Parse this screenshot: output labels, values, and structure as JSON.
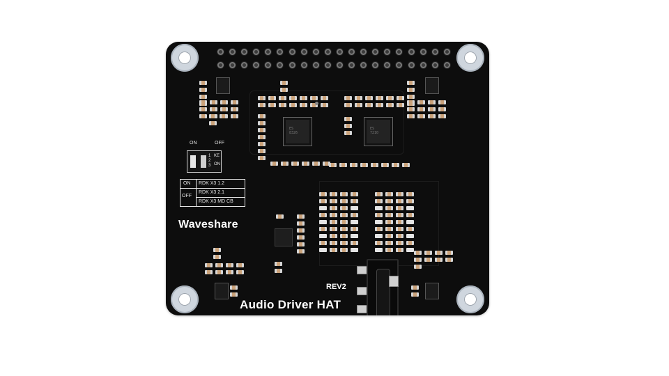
{
  "product": {
    "brand": "Waveshare",
    "title": "Audio Driver HAT",
    "revision": "REV2"
  },
  "dip_switch": {
    "label_on": "ON",
    "label_off": "OFF",
    "label_ke": "KE",
    "label_on_vertical": "ON",
    "positions": [
      "1",
      "2",
      "3"
    ]
  },
  "config_table": {
    "rows": [
      {
        "state": "ON",
        "model": "RDK X3 1.2"
      },
      {
        "state": "OFF",
        "model": "RDK X3 2.1"
      },
      {
        "state": "",
        "model": "RDK X3 MD CB"
      }
    ]
  },
  "chips": {
    "codec_left_marking": "ES\n8326",
    "codec_right_marking": "ES\n7210"
  },
  "colors": {
    "pcb": "#0d0d0d",
    "silkscreen": "#e6e6e6",
    "mount_ring": "#cfd6de",
    "background": "#ffffff"
  }
}
